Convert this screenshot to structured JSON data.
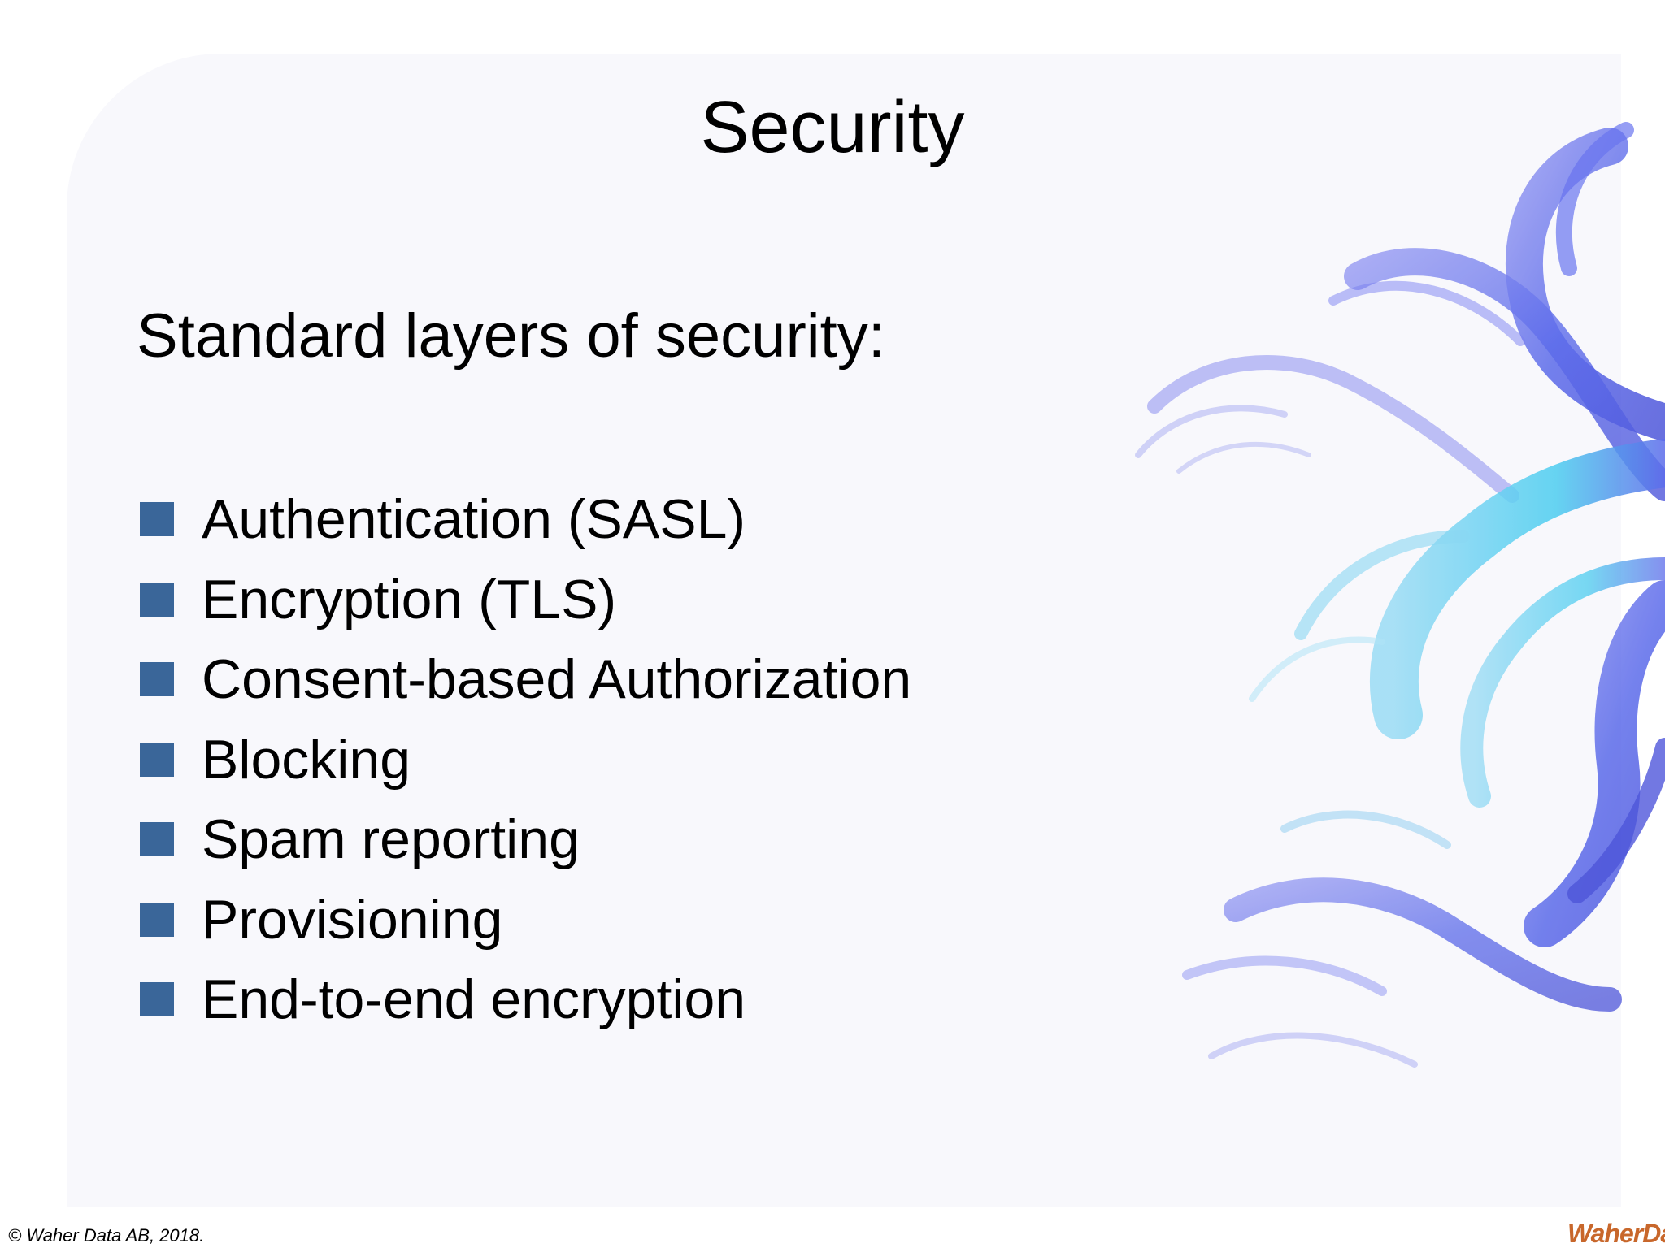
{
  "slide": {
    "title": "Security",
    "subtitle": "Standard layers of security:",
    "bullets": [
      "Authentication (SASL)",
      "Encryption (TLS)",
      "Consent-based Authorization",
      "Blocking",
      "Spam reporting",
      "Provisioning",
      "End-to-end encryption"
    ]
  },
  "footer": {
    "copyright": "© Waher Data AB, 2018.",
    "logo_text": "WaherData"
  },
  "colors": {
    "bullet": "#3a6699",
    "decor_blue": "#4a5be8",
    "decor_cyan": "#39c8ee",
    "logo": "#c8672b"
  },
  "icons": {
    "decor": "blue-swirl-fractal-image",
    "logo": "waher-data-logo"
  }
}
